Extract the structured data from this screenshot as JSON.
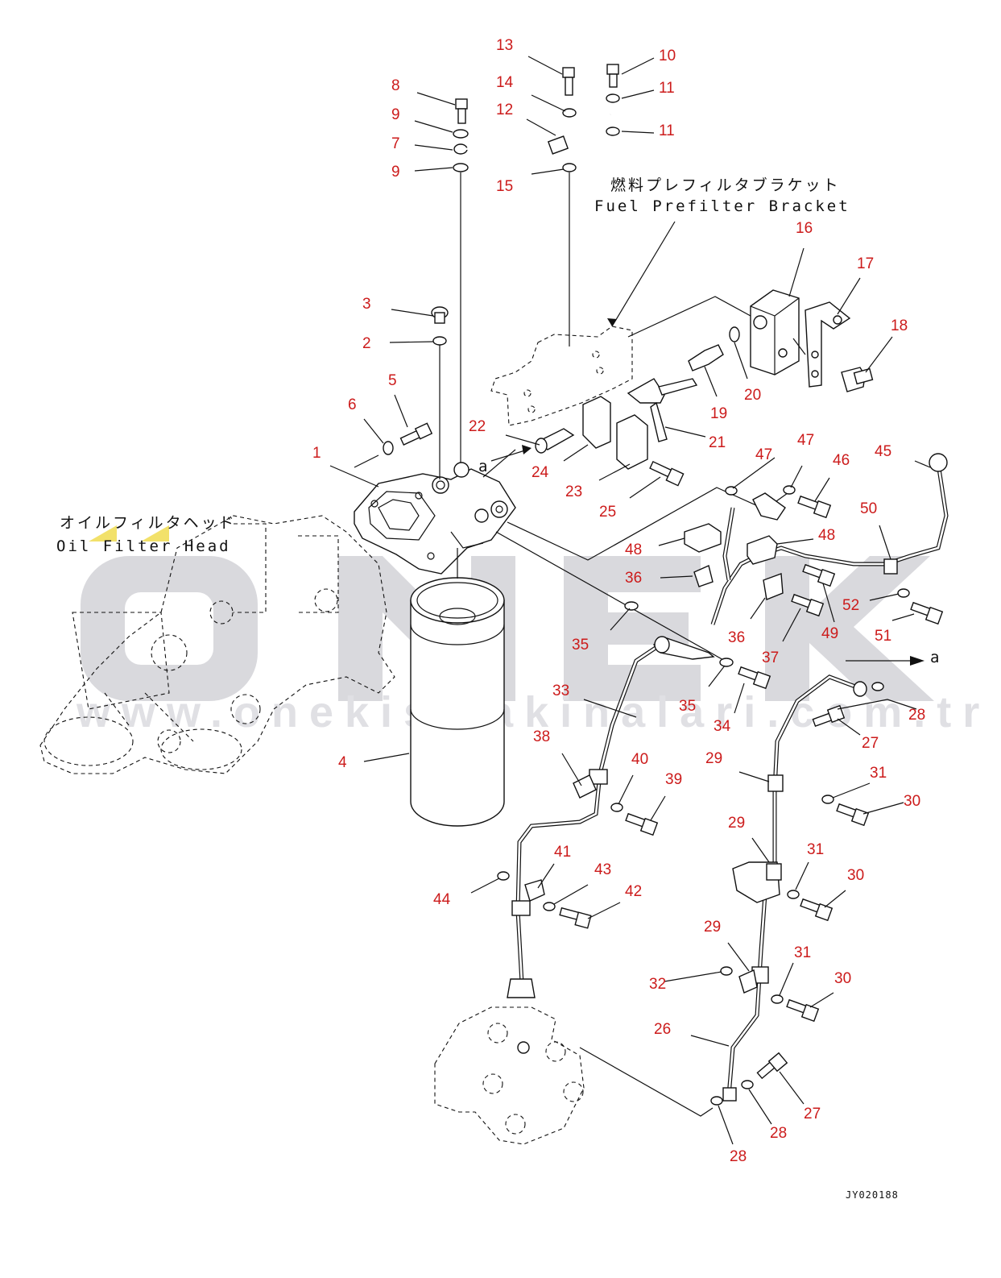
{
  "labels": {
    "fuel_prefilter_bracket_jp": "燃料プレフィルタブラケット",
    "fuel_prefilter_bracket_en": "Fuel Prefilter Bracket",
    "oil_filter_head_jp": "オイルフィルタヘッド",
    "oil_filter_head_en": "Oil Filter Head",
    "arrow_a_1": "a",
    "arrow_a_2": "a",
    "drawing_code": "JY020188"
  },
  "watermark": {
    "brand": "ONEK",
    "url": "www.onekismakinalari.com.tr"
  },
  "callouts": [
    "1",
    "2",
    "3",
    "4",
    "5",
    "6",
    "7",
    "8",
    "9",
    "9",
    "10",
    "11",
    "11",
    "12",
    "13",
    "14",
    "15",
    "16",
    "17",
    "18",
    "19",
    "20",
    "21",
    "22",
    "23",
    "24",
    "25",
    "26",
    "27",
    "27",
    "28",
    "28",
    "28",
    "29",
    "29",
    "29",
    "30",
    "30",
    "30",
    "31",
    "31",
    "31",
    "32",
    "33",
    "34",
    "35",
    "35",
    "36",
    "36",
    "37",
    "38",
    "39",
    "40",
    "41",
    "42",
    "43",
    "44",
    "45",
    "46",
    "47",
    "47",
    "48",
    "48",
    "49",
    "50",
    "51",
    "52"
  ],
  "colors": {
    "callout": "#cc1b1b",
    "line": "#111111",
    "watermark": "#d9d9dd"
  }
}
